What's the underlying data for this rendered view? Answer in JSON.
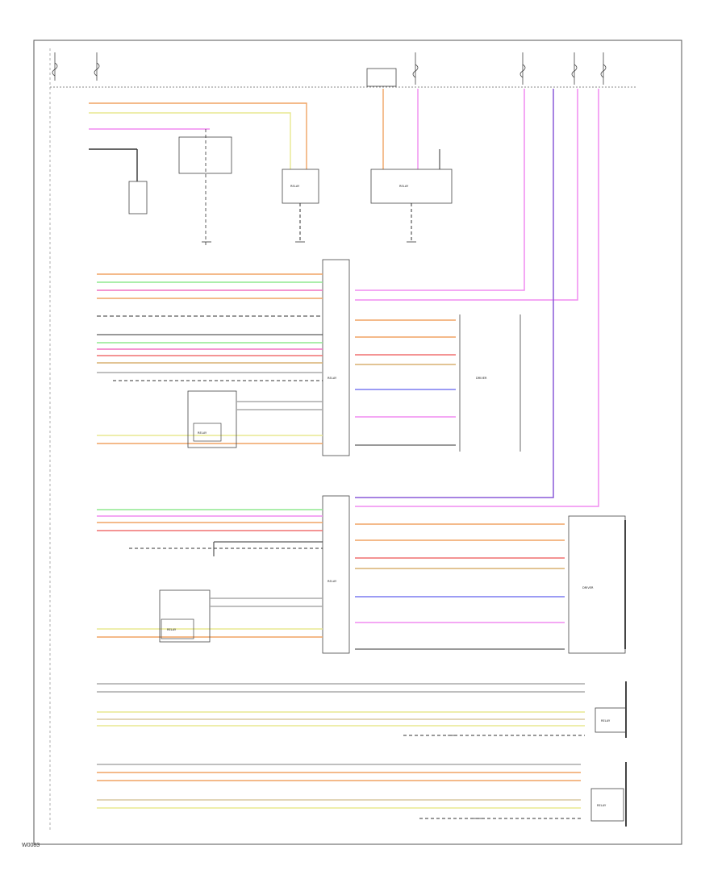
{
  "colors": {
    "frame": "#555555",
    "wire_black": "#333333",
    "wire_orange": "#f0a464",
    "wire_yellow": "#e8e890",
    "wire_green": "#8fe88f",
    "wire_red": "#f07070",
    "wire_pink": "#f08cf0",
    "wire_violet": "#8a5ad8",
    "wire_blue": "#7b7bf0",
    "wire_tan": "#d8c8a0",
    "wire_brown": "#b07a4a",
    "wire_gray": "#aaaaaa",
    "bundle_box": "#9a9a9a"
  },
  "components": {
    "relay_left_top": "RELAY",
    "relay_right_top": "RELAY",
    "lf_module": "RELAY",
    "rf_module": "RELAY",
    "lf_switch_relay": "RELAY",
    "rf_switch_relay": "RELAY",
    "lr_motor": "RELAY",
    "rr_motor": "RELAY",
    "lf_heater_switch": "DRIVER",
    "rf_heater_switch": "DRIVER",
    "ground": "G"
  },
  "footer": {
    "diagram_id": "W0083"
  }
}
